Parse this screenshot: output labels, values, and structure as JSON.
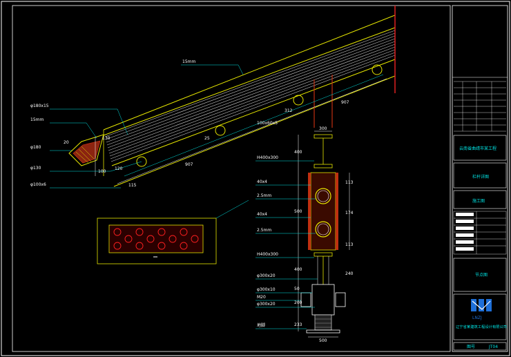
{
  "colors": {
    "background": "#000000",
    "frame": "#ffffff",
    "outline": "#e6e600",
    "leader": "#00e5e5",
    "wood": "#c03010",
    "pattern": "#ff2020",
    "logo": "#1e6fd8"
  },
  "annotations_left": {
    "pipe_top": "φ180x15",
    "cap_15mm": "15mm",
    "elbow_label": "φ180",
    "pipe_mid": "φ130",
    "pipe_bottom": "φ100x6",
    "dim_top_short": "20",
    "dim_130": "130",
    "dim_100": "100",
    "dim_120": "120",
    "dim_115": "115"
  },
  "annotations_rail": {
    "top_15mm": "15mm",
    "dim_907_lower": "907",
    "dim_907_upper": "907",
    "dim_25": "25",
    "dim_312": "312",
    "dim_100x60x5": "100x60x5"
  },
  "annotations_post": {
    "h400_top": "H400x300",
    "flat_40x4_top": "40x4",
    "sheet_25mm_top": "2.5mm",
    "flat_40x4_bot": "40x4",
    "sheet_25mm_bot": "2.5mm",
    "h400_bot": "H400x300",
    "tube_300x20_a": "φ300x20",
    "plate_300x10": "φ300x10",
    "bolt_m20": "M20",
    "tube_300x20_b": "φ300x20",
    "anchor_label": "地脚"
  },
  "post_dims": {
    "top_width": "300",
    "bottom_width": "500",
    "v_400_top": "400",
    "v_113_top": "113",
    "v_174": "174",
    "v_113_bot": "113",
    "v_500": "500",
    "v_400_bot": "400",
    "v_240": "240",
    "v_50": "50",
    "v_200": "200",
    "v_233": "233"
  },
  "title_block": {
    "project_name": "云南省曲靖市某工程",
    "drawing_name": "栏杆详图",
    "stage": "施工图",
    "logo_text": "LNZJ",
    "company_name": "辽宁省某建筑工程设计有限公司",
    "drawing_no_label": "图号",
    "drawing_no": "JT04"
  },
  "detail_label": "节点图"
}
